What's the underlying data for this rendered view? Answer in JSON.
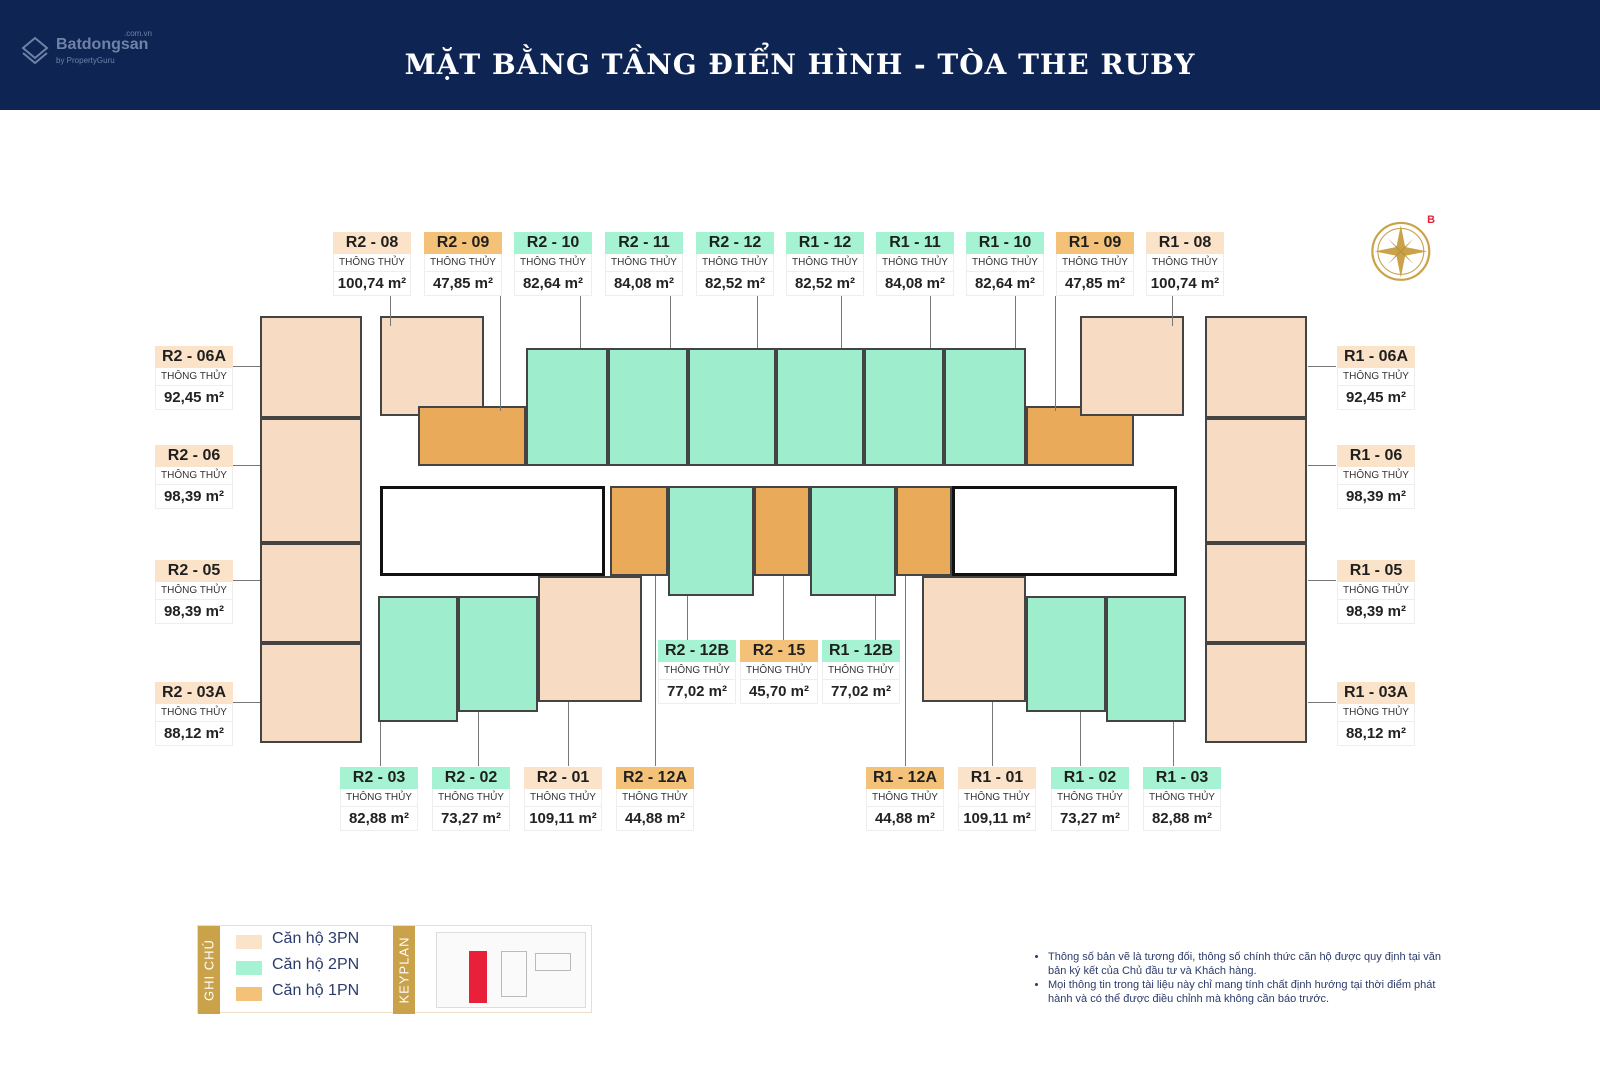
{
  "header": {
    "title": "MẶT BẰNG TẦNG ĐIỂN HÌNH - TÒA THE RUBY",
    "logo": {
      "name": "Batdongsan",
      "domain": ".com.vn",
      "byline": "by PropertyGuru"
    }
  },
  "area_label": "THÔNG THỦY",
  "compass": {
    "label": "B"
  },
  "units": {
    "top": [
      {
        "code": "R2 - 08",
        "area": "100,74 m²",
        "type": "3PN"
      },
      {
        "code": "R2 - 09",
        "area": "47,85 m²",
        "type": "1PN"
      },
      {
        "code": "R2 - 10",
        "area": "82,64 m²",
        "type": "2PN"
      },
      {
        "code": "R2 - 11",
        "area": "84,08 m²",
        "type": "2PN"
      },
      {
        "code": "R2 - 12",
        "area": "82,52 m²",
        "type": "2PN"
      },
      {
        "code": "R1 - 12",
        "area": "82,52 m²",
        "type": "2PN"
      },
      {
        "code": "R1 - 11",
        "area": "84,08 m²",
        "type": "2PN"
      },
      {
        "code": "R1 - 10",
        "area": "82,64 m²",
        "type": "2PN"
      },
      {
        "code": "R1 - 09",
        "area": "47,85 m²",
        "type": "1PN"
      },
      {
        "code": "R1 - 08",
        "area": "100,74 m²",
        "type": "3PN"
      }
    ],
    "left": [
      {
        "code": "R2 - 06A",
        "area": "92,45 m²",
        "type": "3PN"
      },
      {
        "code": "R2 - 06",
        "area": "98,39 m²",
        "type": "3PN"
      },
      {
        "code": "R2 - 05",
        "area": "98,39 m²",
        "type": "3PN"
      },
      {
        "code": "R2 - 03A",
        "area": "88,12 m²",
        "type": "3PN"
      }
    ],
    "right": [
      {
        "code": "R1 - 06A",
        "area": "92,45 m²",
        "type": "3PN"
      },
      {
        "code": "R1 - 06",
        "area": "98,39 m²",
        "type": "3PN"
      },
      {
        "code": "R1 - 05",
        "area": "98,39 m²",
        "type": "3PN"
      },
      {
        "code": "R1 - 03A",
        "area": "88,12 m²",
        "type": "3PN"
      }
    ],
    "center": [
      {
        "code": "R2 - 12B",
        "area": "77,02 m²",
        "type": "2PN"
      },
      {
        "code": "R2 - 15",
        "area": "45,70 m²",
        "type": "1PN"
      },
      {
        "code": "R1 - 12B",
        "area": "77,02 m²",
        "type": "2PN"
      }
    ],
    "bottom": [
      {
        "code": "R2 - 03",
        "area": "82,88 m²",
        "type": "2PN"
      },
      {
        "code": "R2 - 02",
        "area": "73,27 m²",
        "type": "2PN"
      },
      {
        "code": "R2 - 01",
        "area": "109,11 m²",
        "type": "3PN"
      },
      {
        "code": "R2 - 12A",
        "area": "44,88 m²",
        "type": "1PN"
      },
      {
        "code": "R1 - 12A",
        "area": "44,88 m²",
        "type": "1PN"
      },
      {
        "code": "R1 - 01",
        "area": "109,11 m²",
        "type": "3PN"
      },
      {
        "code": "R1 - 02",
        "area": "73,27 m²",
        "type": "2PN"
      },
      {
        "code": "R1 - 03",
        "area": "82,88 m²",
        "type": "2PN"
      }
    ]
  },
  "legend": {
    "title": "GHI CHÚ",
    "items": [
      {
        "label": "Căn hộ 3PN",
        "color": "#fbe3c9"
      },
      {
        "label": "Căn hộ 2PN",
        "color": "#a5f3d2"
      },
      {
        "label": "Căn hộ 1PN",
        "color": "#f4c179"
      }
    ],
    "keyplan_title": "KEYPLAN",
    "keyplan_highlight_color": "#e8203a"
  },
  "notes": [
    "Thông số bản vẽ là tương đối, thông số chính thức căn hộ được quy định tại văn bản ký kết của Chủ đầu tư và Khách hàng.",
    "Mọi thông tin trong tài liệu này chỉ mang tính chất định hướng tại thời điểm phát hành và có thể được điều chỉnh mà không cần báo trước."
  ],
  "colors": {
    "header_bg": "#0e2453",
    "gold": "#c9a24a",
    "3pn": "#fbe3c9",
    "2pn": "#a5f3d2",
    "1pn": "#f4c179"
  }
}
